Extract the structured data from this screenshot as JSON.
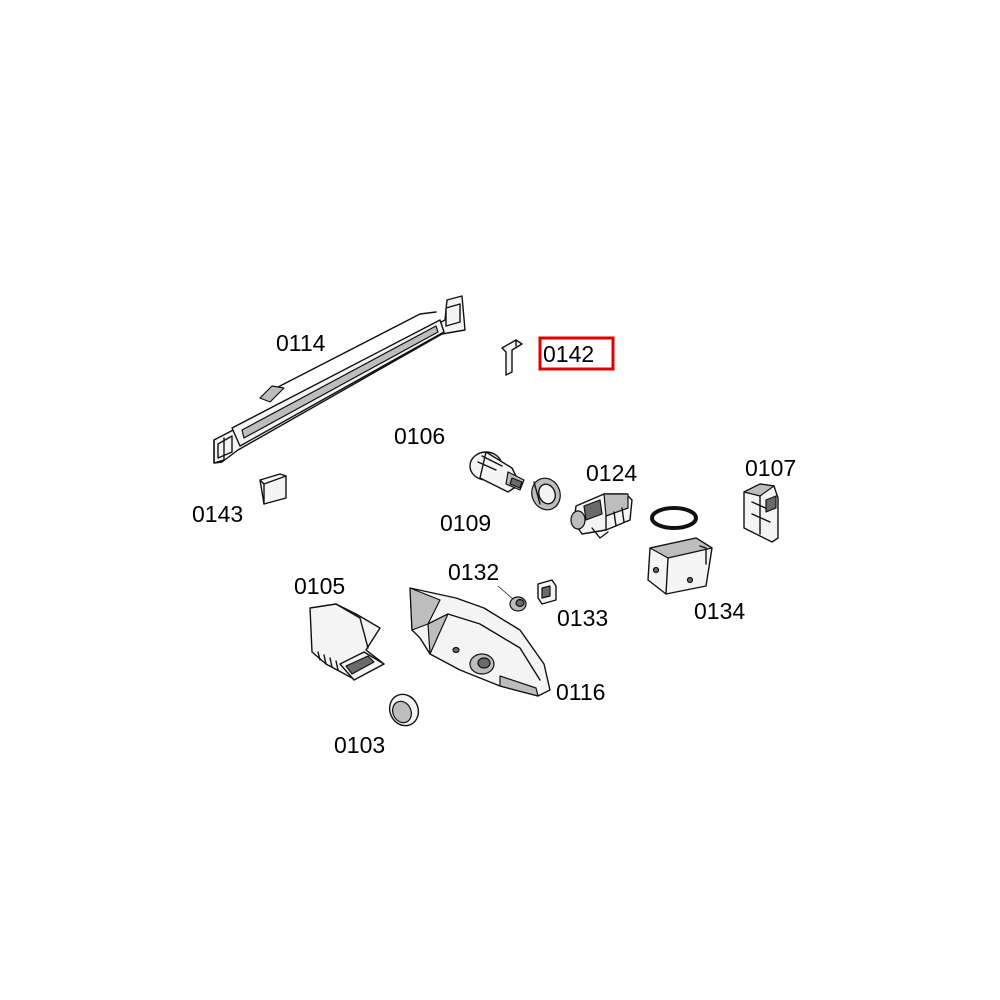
{
  "highlight_color": "#e00000",
  "parts": [
    {
      "id": "0114",
      "label": "0114",
      "highlighted": false
    },
    {
      "id": "0142",
      "label": "0142",
      "highlighted": true
    },
    {
      "id": "0106",
      "label": "0106",
      "highlighted": false
    },
    {
      "id": "0124",
      "label": "0124",
      "highlighted": false
    },
    {
      "id": "0107",
      "label": "0107",
      "highlighted": false
    },
    {
      "id": "0143",
      "label": "0143",
      "highlighted": false
    },
    {
      "id": "0109",
      "label": "0109",
      "highlighted": false
    },
    {
      "id": "0132",
      "label": "0132",
      "highlighted": false
    },
    {
      "id": "0105",
      "label": "0105",
      "highlighted": false
    },
    {
      "id": "0133",
      "label": "0133",
      "highlighted": false
    },
    {
      "id": "0134",
      "label": "0134",
      "highlighted": false
    },
    {
      "id": "0116",
      "label": "0116",
      "highlighted": false
    },
    {
      "id": "0103",
      "label": "0103",
      "highlighted": false
    }
  ]
}
